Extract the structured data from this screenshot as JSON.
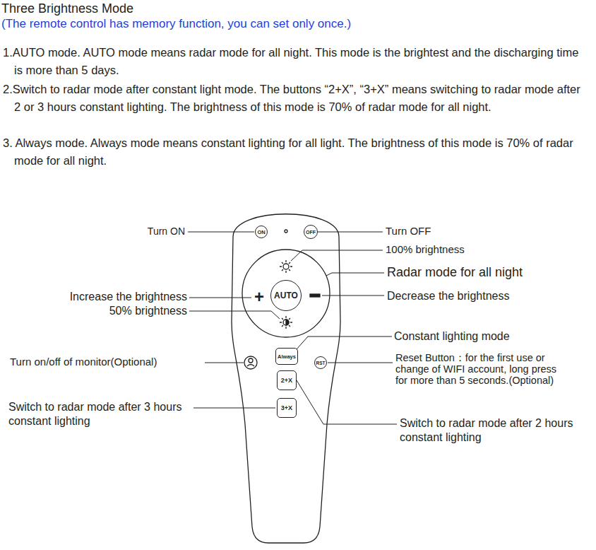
{
  "diagram": {
    "title": "Three Brightness Mode",
    "nodes": [
      {
        "text": [
          "ON"
        ]
      },
      {
        "text": [
          "OFF"
        ]
      },
      {
        "text": [
          "AUTO"
        ]
      },
      {
        "text": [
          "Always"
        ]
      },
      {
        "text": [
          "RST"
        ]
      },
      {
        "text": [
          "2+X"
        ]
      },
      {
        "text": [
          "3+X"
        ]
      }
    ],
    "labels": [
      "(The remote control has memory function, you can set only once.)",
      "1.AUTO mode. AUTO mode means radar mode for all night. This mode is the brightest and the discharging time is more than 5 days.",
      "2.Switch to radar mode after constant light mode. The buttons “2+X”, “3+X” means switching to radar mode after 2 or 3 hours constant lighting. The brightness of this mode is 70% of radar mode for all night.",
      "3. Always mode. Always mode means constant lighting for all light. The brightness of this mode is 70% of radar mode for all night.",
      "Turn ON",
      "Turn OFF",
      "100% brightness",
      "Radar mode for all night",
      "Increase the brightness",
      "50% brightness",
      "Decrease the brightness",
      "Constant lighting mode",
      "Turn on/off of monitor(Optional)",
      "Reset Button：for the first use or change of WIFI account, long press for more than 5 seconds.(Optional)",
      "Switch to radar mode after 3 hours constant lighting",
      "Switch to radar mode after 2 hours constant lighting",
      "+"
    ]
  }
}
